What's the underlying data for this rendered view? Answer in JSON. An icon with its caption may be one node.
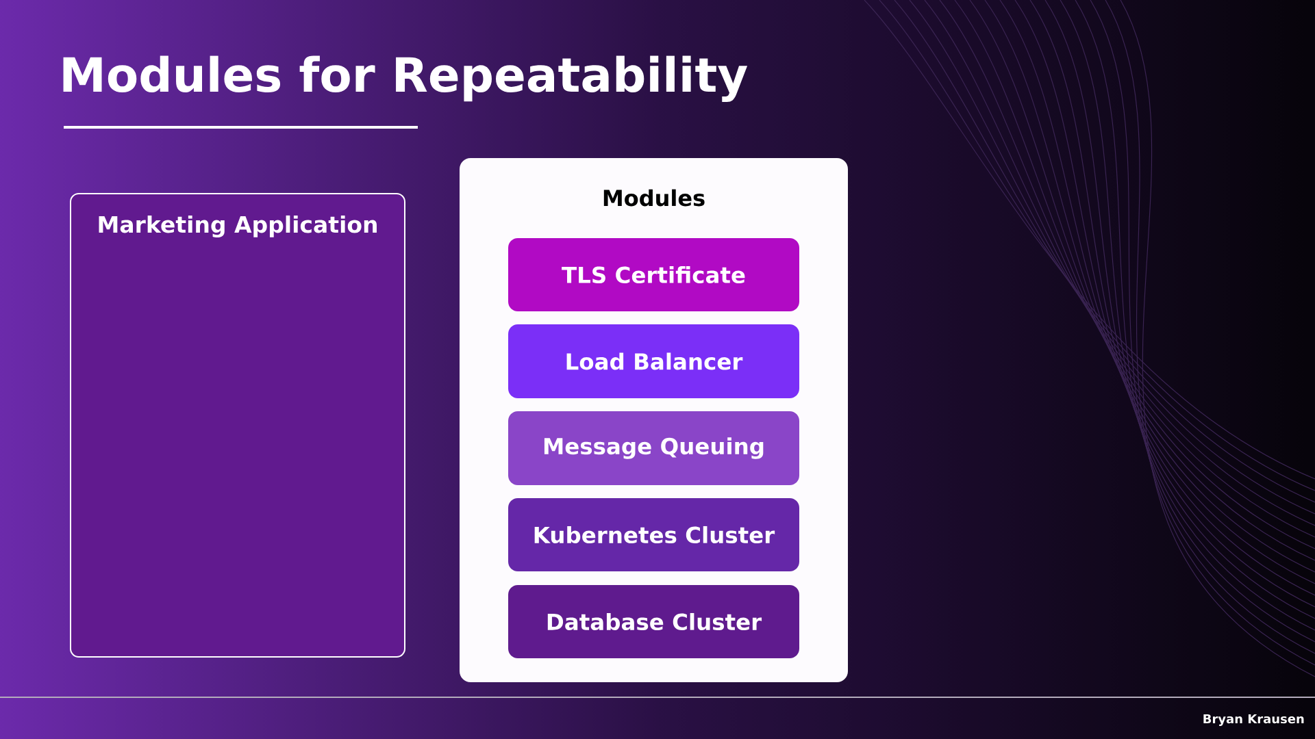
{
  "diagram": {
    "title": "Modules for Repeatability",
    "nodes": [
      {
        "text": [
          "Marketing Application"
        ]
      },
      {
        "text": [
          "Modules"
        ]
      },
      {
        "text": [
          "TLS Certificate"
        ],
        "in": 1
      },
      {
        "text": [
          "Load Balancer"
        ],
        "in": 1
      },
      {
        "text": [
          "Message Queuing"
        ],
        "in": 1
      },
      {
        "text": [
          "Kubernetes Cluster"
        ],
        "in": 1
      },
      {
        "text": [
          "Database Cluster"
        ],
        "in": 1
      }
    ],
    "labels": [
      "Bryan Krausen"
    ]
  }
}
